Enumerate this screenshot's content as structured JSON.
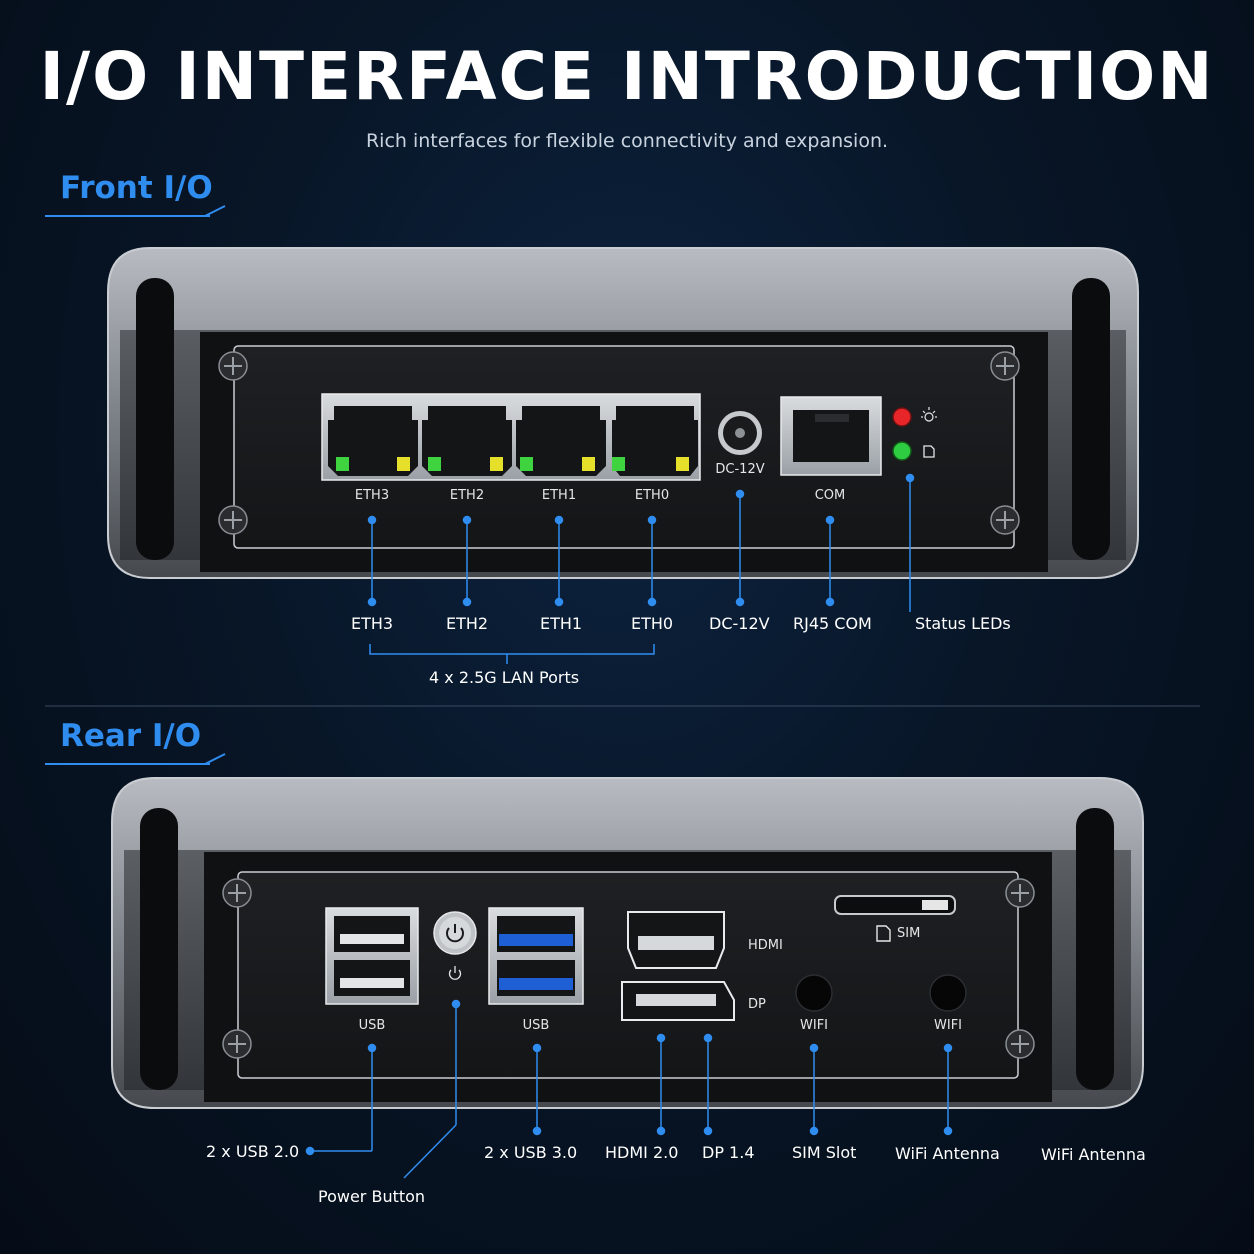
{
  "header": {
    "title": "I/O INTERFACE INTRODUCTION",
    "subtitle": "Rich interfaces for flexible connectivity and expansion."
  },
  "front": {
    "section_title": "Front I/O",
    "panel_labels": [
      "ETH3",
      "ETH2",
      "ETH1",
      "ETH0",
      "DC-12V",
      "COM"
    ],
    "callouts": [
      "ETH3",
      "ETH2",
      "ETH1",
      "ETH0",
      "DC-12V",
      "RJ45 COM",
      "Status LEDs"
    ],
    "lan_group_label": "4 x 2.5G LAN Ports"
  },
  "rear": {
    "section_title": "Rear I/O",
    "panel_labels": {
      "usb_left": "USB",
      "usb_right": "USB",
      "hdmi": "HDMI",
      "dp": "DP",
      "sim": "SIM",
      "wifi_left": "WIFI",
      "wifi_right": "WIFI"
    },
    "callouts": {
      "usb20": "2 x USB 2.0",
      "power": "Power Button",
      "usb30": "2 x USB 3.0",
      "hdmi": "HDMI 2.0",
      "dp": "DP 1.4",
      "sim": "SIM Slot",
      "wifi1": "WiFi Antenna",
      "wifi2": "WiFi Antenna"
    }
  },
  "colors": {
    "accent": "#2f8df0",
    "led_red": "#e8262a",
    "led_green": "#2ecc40",
    "usb3_blue": "#1f5fd6"
  }
}
